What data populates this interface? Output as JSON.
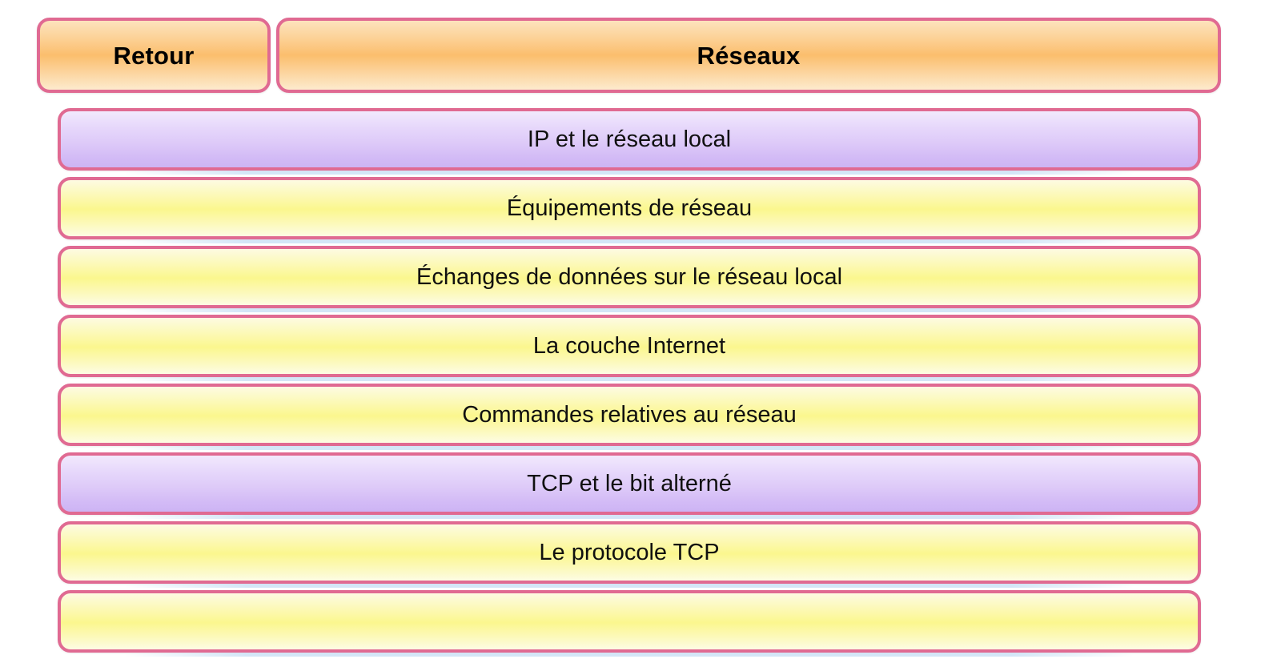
{
  "header": {
    "back_label": "Retour",
    "title": "Réseaux"
  },
  "theme": {
    "border_color": "#e06a92",
    "header_gradient_mid": "#fbbe6d",
    "item_yellow_mid": "#fbf78e",
    "item_purple_mid": "#ddc9f8",
    "page_background": "#ffffff",
    "text_color": "#101010"
  },
  "list": {
    "items": [
      {
        "label": "IP et le réseau local",
        "state": "purple"
      },
      {
        "label": "Équipements de réseau",
        "state": "yellow"
      },
      {
        "label": "Échanges de données sur le réseau local",
        "state": "yellow"
      },
      {
        "label": "La couche Internet",
        "state": "yellow"
      },
      {
        "label": "Commandes relatives au réseau",
        "state": "yellow"
      },
      {
        "label": "TCP et le bit alterné",
        "state": "purple"
      },
      {
        "label": "Le protocole TCP",
        "state": "yellow"
      },
      {
        "label": "",
        "state": "yellow"
      }
    ]
  }
}
